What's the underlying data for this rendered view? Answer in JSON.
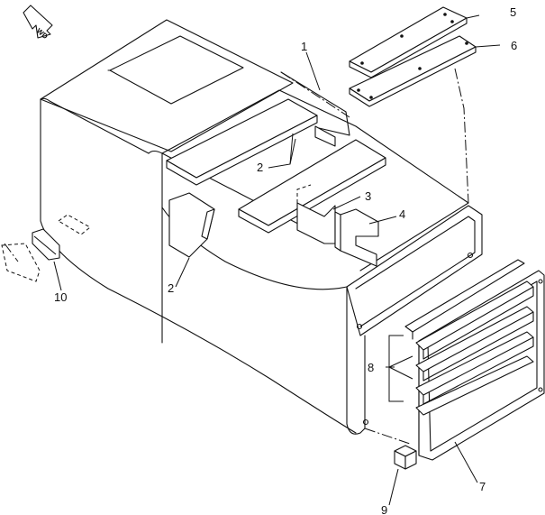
{
  "direction_badge": {
    "label": "WD",
    "icon": "forward-direction-arrow-icon"
  },
  "callouts": [
    {
      "id": "c1",
      "number": "1"
    },
    {
      "id": "c2a",
      "number": "2"
    },
    {
      "id": "c2b",
      "number": "2"
    },
    {
      "id": "c3",
      "number": "3"
    },
    {
      "id": "c4",
      "number": "4"
    },
    {
      "id": "c5",
      "number": "5"
    },
    {
      "id": "c6",
      "number": "6"
    },
    {
      "id": "c7",
      "number": "7"
    },
    {
      "id": "c8",
      "number": "8"
    },
    {
      "id": "c9",
      "number": "9"
    },
    {
      "id": "c10",
      "number": "10"
    }
  ],
  "colors": {
    "line": "#111111",
    "background": "#ffffff"
  }
}
